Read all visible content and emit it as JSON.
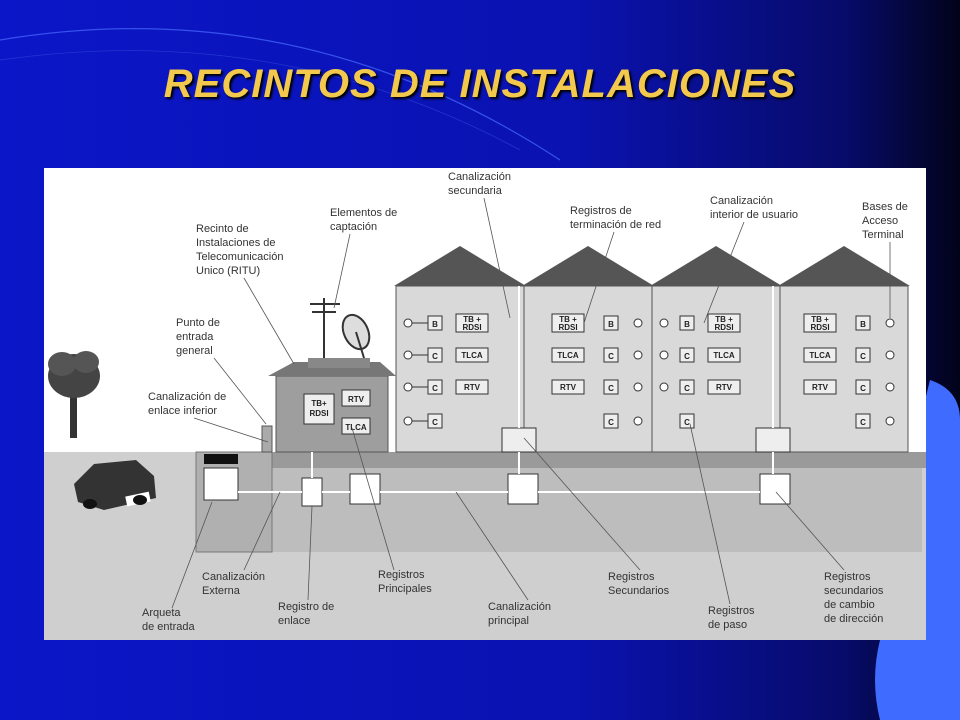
{
  "slide": {
    "title": "RECINTOS DE INSTALACIONES",
    "colors": {
      "background": "#0b16c8",
      "title": "#f2c94c",
      "accent": "#3f6bff"
    }
  },
  "diagram": {
    "labels": {
      "recinto_1": "Recinto de",
      "recinto_2": "Instalaciones de",
      "recinto_3": "Telecomunicación",
      "recinto_4": "Unico (RITU)",
      "elementos_1": "Elementos de",
      "elementos_2": "captación",
      "canal_sec_1": "Canalización",
      "canal_sec_2": "secundaria",
      "reg_term_1": "Registros de",
      "reg_term_2": "terminación de red",
      "canal_int_1": "Canalización",
      "canal_int_2": "interior de usuario",
      "bases_1": "Bases de",
      "bases_2": "Acceso",
      "bases_3": "Terminal",
      "punto_1": "Punto de",
      "punto_2": "entrada",
      "punto_3": "general",
      "canal_enl_1": "Canalización de",
      "canal_enl_2": "enlace inferior",
      "canal_ext_1": "Canalización",
      "canal_ext_2": "Externa",
      "arqueta_1": "Arqueta",
      "arqueta_2": "de entrada",
      "reg_enl_1": "Registro de",
      "reg_enl_2": "enlace",
      "reg_prin_1": "Registros",
      "reg_prin_2": "Principales",
      "canal_prin_1": "Canalización",
      "canal_prin_2": "principal",
      "reg_sec_1": "Registros",
      "reg_sec_2": "Secundarios",
      "reg_paso_1": "Registros",
      "reg_paso_2": "de paso",
      "reg_cambio_1": "Registros",
      "reg_cambio_2": "secundarios",
      "reg_cambio_3": "de cambio",
      "reg_cambio_4": "de dirección"
    },
    "box_texts": {
      "tb_rdsi_1": "TB +",
      "tb_rdsi_2": "RDSI",
      "tb_ritu_1": "TB+",
      "tb_ritu_2": "RDSI",
      "tlca": "TLCA",
      "rtv": "RTV",
      "b": "B",
      "c": "C"
    }
  }
}
